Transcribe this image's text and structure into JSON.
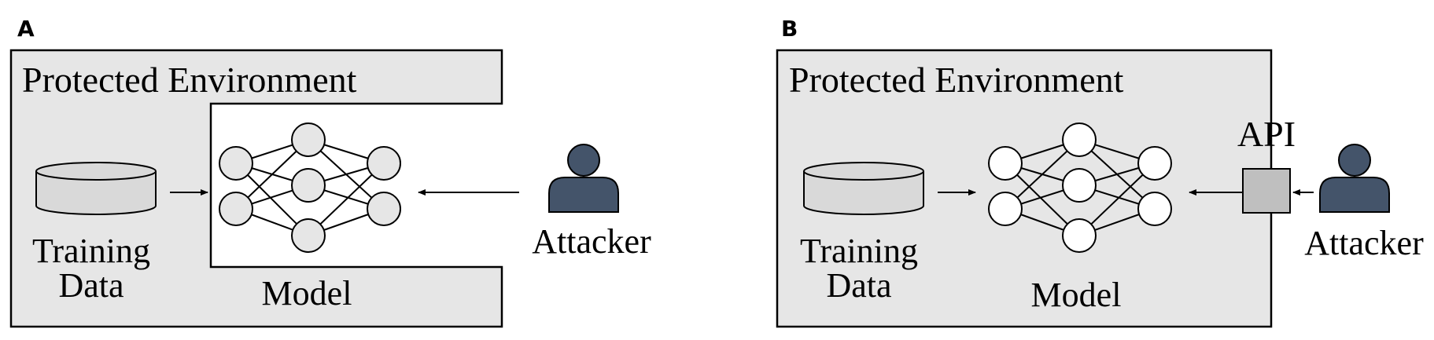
{
  "panels": [
    {
      "letter": "A",
      "environment_title": "Protected Environment",
      "training_label_line1": "Training",
      "training_label_line2": "Data",
      "model_label": "Model",
      "attacker_label": "Attacker"
    },
    {
      "letter": "B",
      "environment_title": "Protected Environment",
      "training_label_line1": "Training",
      "training_label_line2": "Data",
      "model_label": "Model",
      "attacker_label": "Attacker",
      "api_label": "API"
    }
  ],
  "colors": {
    "environment_fill": "#e6e6e6",
    "database_fill": "#d9d9d9",
    "api_fill": "#bfbfbf",
    "attacker_fill": "#44546a",
    "panel_a_node_fill": "#e6e6e6",
    "panel_b_node_fill": "#ffffff",
    "stroke": "#000000"
  }
}
